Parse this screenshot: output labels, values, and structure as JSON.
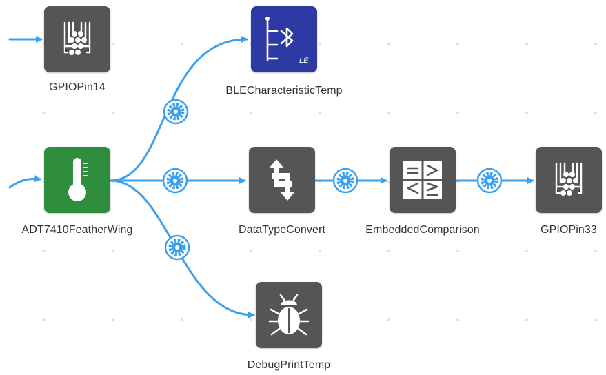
{
  "colors": {
    "wire": "#3aa0f0",
    "node_gray": "#555555",
    "node_green": "#2f8e3d",
    "node_blue": "#2d3aa3",
    "background": "#ffffff"
  },
  "nodes": [
    {
      "id": "gpio14",
      "label": "GPIOPin14",
      "icon": "gpio-pins-icon"
    },
    {
      "id": "ble",
      "label": "BLECharacteristicTemp",
      "icon": "bluetooth-le-icon"
    },
    {
      "id": "sensor",
      "label": "ADT7410FeatherWing",
      "icon": "thermometer-icon"
    },
    {
      "id": "convert",
      "label": "DataTypeConvert",
      "icon": "convert-arrows-icon"
    },
    {
      "id": "compare",
      "label": "EmbeddedComparison",
      "icon": "comparison-icon"
    },
    {
      "id": "gpio33",
      "label": "GPIOPin33",
      "icon": "gpio-pins-icon"
    },
    {
      "id": "debug",
      "label": "DebugPrintTemp",
      "icon": "bug-icon"
    }
  ],
  "connection_settings_icon": "gear-icon"
}
